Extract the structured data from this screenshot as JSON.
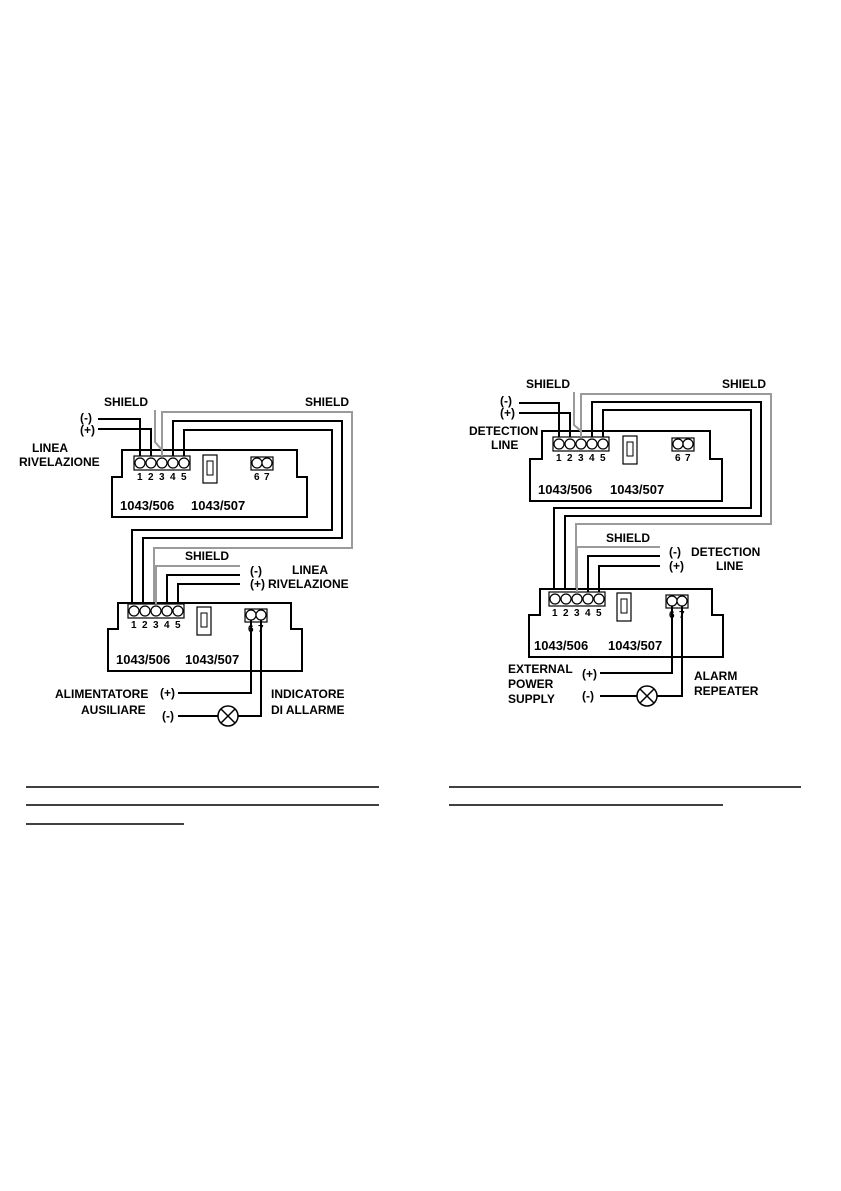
{
  "diagram_left": {
    "shield_1": "SHIELD",
    "shield_2": "SHIELD",
    "shield_3": "SHIELD",
    "minus_1": "(-)",
    "plus_1": "(+)",
    "line_label_1a": "LINEA",
    "line_label_1b": "RIVELAZIONE",
    "minus_2": "(-)",
    "plus_2": "(+)",
    "line_label_2a": "LINEA",
    "line_label_2b": "RIVELAZIONE",
    "model_a": "1043/506",
    "model_b": "1043/507",
    "model_c": "1043/506",
    "model_d": "1043/507",
    "terminals": [
      "1",
      "2",
      "3",
      "4",
      "5"
    ],
    "aux_terminals": [
      "6",
      "7"
    ],
    "power_a": "ALIMENTATORE",
    "power_b": "AUSILIARE",
    "power_plus": "(+)",
    "power_minus": "(-)",
    "indicator_a": "INDICATORE",
    "indicator_b": "DI ALLARME"
  },
  "diagram_right": {
    "shield_1": "SHIELD",
    "shield_2": "SHIELD",
    "shield_3": "SHIELD",
    "minus_1": "(-)",
    "plus_1": "(+)",
    "line_label_1a": "DETECTION",
    "line_label_1b": "LINE",
    "minus_2": "(-)",
    "plus_2": "(+)",
    "line_label_2a": "DETECTION",
    "line_label_2b": "LINE",
    "model_a": "1043/506",
    "model_b": "1043/507",
    "model_c": "1043/506",
    "model_d": "1043/507",
    "terminals": [
      "1",
      "2",
      "3",
      "4",
      "5"
    ],
    "aux_terminals": [
      "6",
      "7"
    ],
    "power_a": "EXTERNAL",
    "power_b": "POWER",
    "power_c": "SUPPLY",
    "power_plus": "(+)",
    "power_minus": "(-)",
    "indicator_a": "ALARM",
    "indicator_b": "REPEATER"
  }
}
